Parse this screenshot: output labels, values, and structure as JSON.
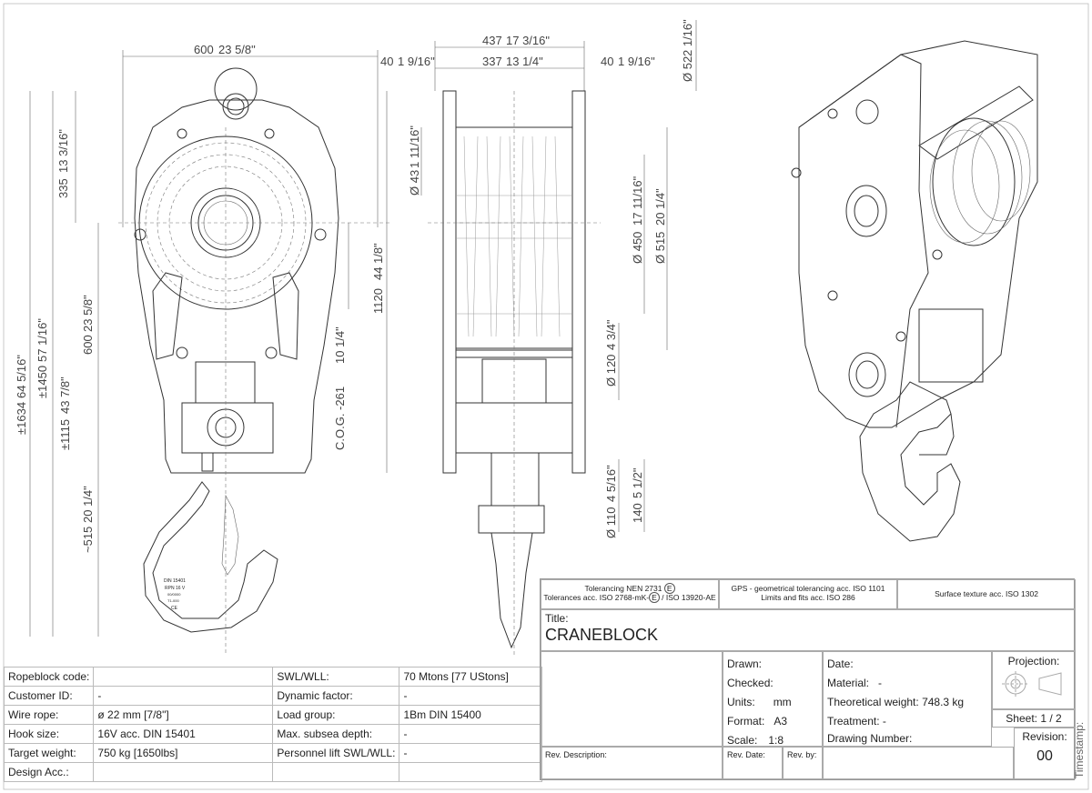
{
  "dimensions": {
    "width_top": "600",
    "width_top_in": "23 5/8\"",
    "overall_width": "437",
    "overall_width_in": "17 3/16\"",
    "inner_width": "337",
    "inner_width_in": "13 1/4\"",
    "side_left": "40",
    "side_left_in": "1 9/16\"",
    "side_right": "40",
    "side_right_in": "1 9/16\"",
    "dia_52": "Ø 52",
    "dia_52_in": "2 1/16\"",
    "dia_43": "Ø 43",
    "dia_43_in": "1 11/16\"",
    "dia_450": "Ø 450",
    "dia_450_in": "17 11/16\"",
    "dia_515": "Ø 515",
    "dia_515_in": "20 1/4\"",
    "dia_120": "Ø 120",
    "dia_120_in": "4 3/4\"",
    "dia_110": "Ø 110",
    "dia_110_in": "4 5/16\"",
    "len_140": "140",
    "len_140_in": "5 1/2\"",
    "h_335": "335",
    "h_335_in": "13 3/16\"",
    "h_1120": "1120",
    "h_1120_in": "44 1/8\"",
    "h_cog": "C.O.G. -261",
    "h_cog_in": "10 1/4\"",
    "h_600": "600",
    "h_600_in": "23 5/8\"",
    "h_1634": "±1634",
    "h_1634_in": "64 5/16\"",
    "h_1450": "±1450",
    "h_1450_in": "57 1/16\"",
    "h_1115": "±1115",
    "h_1115_in": "43 7/8\"",
    "h_515": "~515",
    "h_515_in": "20 1/4\""
  },
  "hook_labels": {
    "l1": "DIN 15401",
    "l2": "RPN 16 V",
    "l3": "00/0000",
    "l4": "T1-000",
    "l5": "CE"
  },
  "info_table": {
    "rows": [
      {
        "k1": "Ropeblock code:",
        "v1": "",
        "k2": "SWL/WLL:",
        "v2": "70 Mtons [77 UStons]"
      },
      {
        "k1": "Customer ID:",
        "v1": "-",
        "k2": "Dynamic factor:",
        "v2": "-"
      },
      {
        "k1": "Wire rope:",
        "v1": "ø 22 mm [7/8\"]",
        "k2": "Load group:",
        "v2": "1Bm DIN 15400"
      },
      {
        "k1": "Hook size:",
        "v1": "16V acc. DIN 15401",
        "k2": "Max. subsea depth:",
        "v2": "-"
      },
      {
        "k1": "Target weight:",
        "v1": "750 kg [1650lbs]",
        "k2": "Personnel lift SWL/WLL:",
        "v2": "-"
      },
      {
        "k1": "Design Acc.:",
        "v1": "",
        "k2": "",
        "v2": ""
      }
    ]
  },
  "title_block": {
    "tol1a": "Tolerancing NEN 2731",
    "tol1b": "Tolerances acc. ISO 2768-mK-",
    "tol1c": "/ ISO 13920-AE",
    "tol_e": "E",
    "tol2a": "GPS - geometrical tolerancing acc. ISO 1101",
    "tol2b": "Limits and fits acc. ISO 286",
    "tol3": "Surface texture acc. ISO 1302",
    "title_label": "Title:",
    "title": "CRANEBLOCK",
    "drawn": "Drawn:",
    "checked": "Checked:",
    "units_label": "Units:",
    "units": "mm",
    "format_label": "Format:",
    "format": "A3",
    "scale_label": "Scale:",
    "scale": "1:8",
    "date": "Date:",
    "material_label": "Material:",
    "material": "-",
    "weight_label": "Theoretical weight:",
    "weight": "748.3 kg",
    "treatment": "Treatment: -",
    "drawing_number": "Drawing Number:",
    "projection": "Projection:",
    "sheet": "Sheet: 1 / 2",
    "revision_label": "Revision:",
    "revision": "00",
    "rev_desc": "Rev. Description:",
    "rev_date": "Rev. Date:",
    "rev_by": "Rev. by:",
    "timestamp": "Timestamp:"
  },
  "colors": {
    "line": "#333333",
    "text": "#222222",
    "border": "#aaaaaa"
  }
}
